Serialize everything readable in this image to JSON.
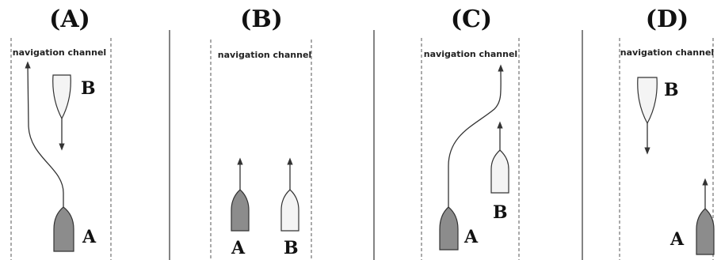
{
  "panels": [
    {
      "title": "(A)",
      "channel_label": "navigation channel",
      "vessel_a_label": "A",
      "vessel_b_label": "B"
    },
    {
      "title": "(B)",
      "channel_label": "navigation channel",
      "vessel_a_label": "A",
      "vessel_b_label": "B"
    },
    {
      "title": "(C)",
      "channel_label": "navigation channel",
      "vessel_a_label": "A",
      "vessel_b_label": "B"
    },
    {
      "title": "(D)",
      "channel_label": "navigation channel",
      "vessel_a_label": "A",
      "vessel_b_label": "B"
    }
  ],
  "colors": {
    "vessel_a_fill": "#8c8c8c",
    "vessel_b_fill": "#f4f4f4",
    "line": "#333333"
  }
}
